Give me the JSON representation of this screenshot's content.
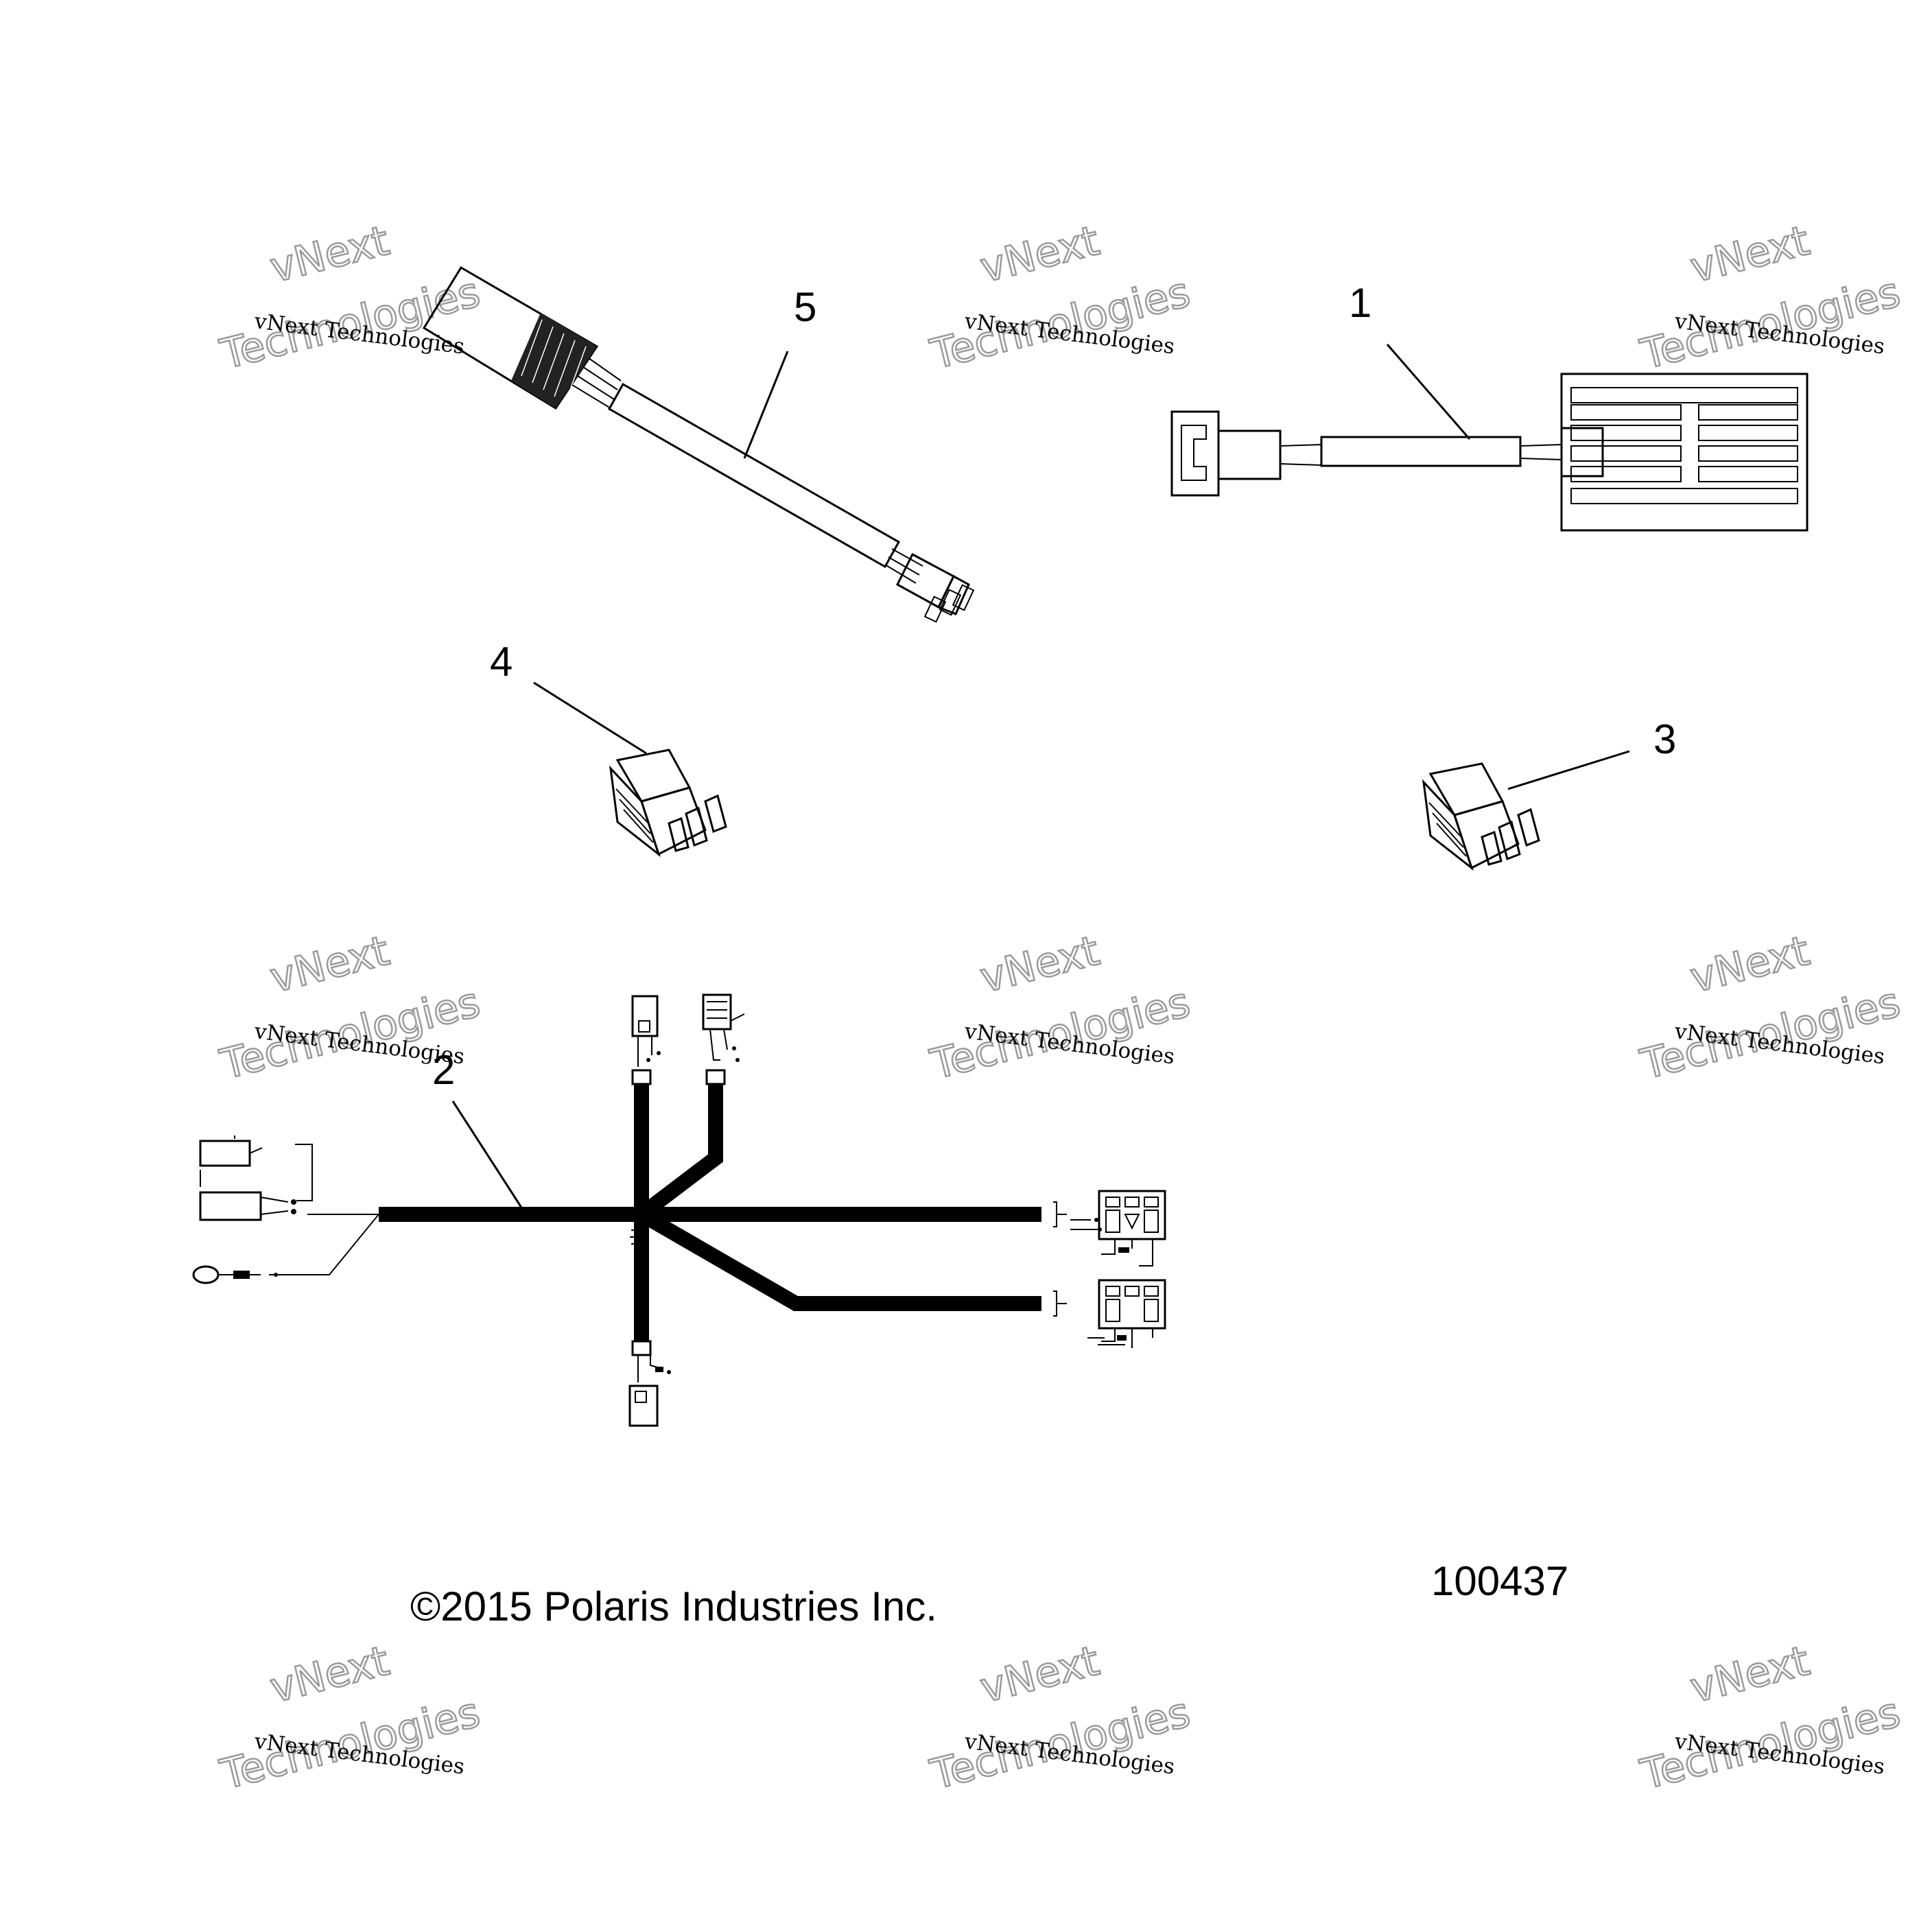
{
  "diagram": {
    "callouts": [
      {
        "id": "1",
        "label": "1"
      },
      {
        "id": "2",
        "label": "2"
      },
      {
        "id": "3",
        "label": "3"
      },
      {
        "id": "4",
        "label": "4"
      },
      {
        "id": "5",
        "label": "5"
      }
    ],
    "copyright": "©2015 Polaris Industries Inc.",
    "figure_number": "100437"
  },
  "watermark": {
    "line_small": "vNext Technologies",
    "line_big_1": "vNext",
    "line_big_2": "Technologies"
  }
}
